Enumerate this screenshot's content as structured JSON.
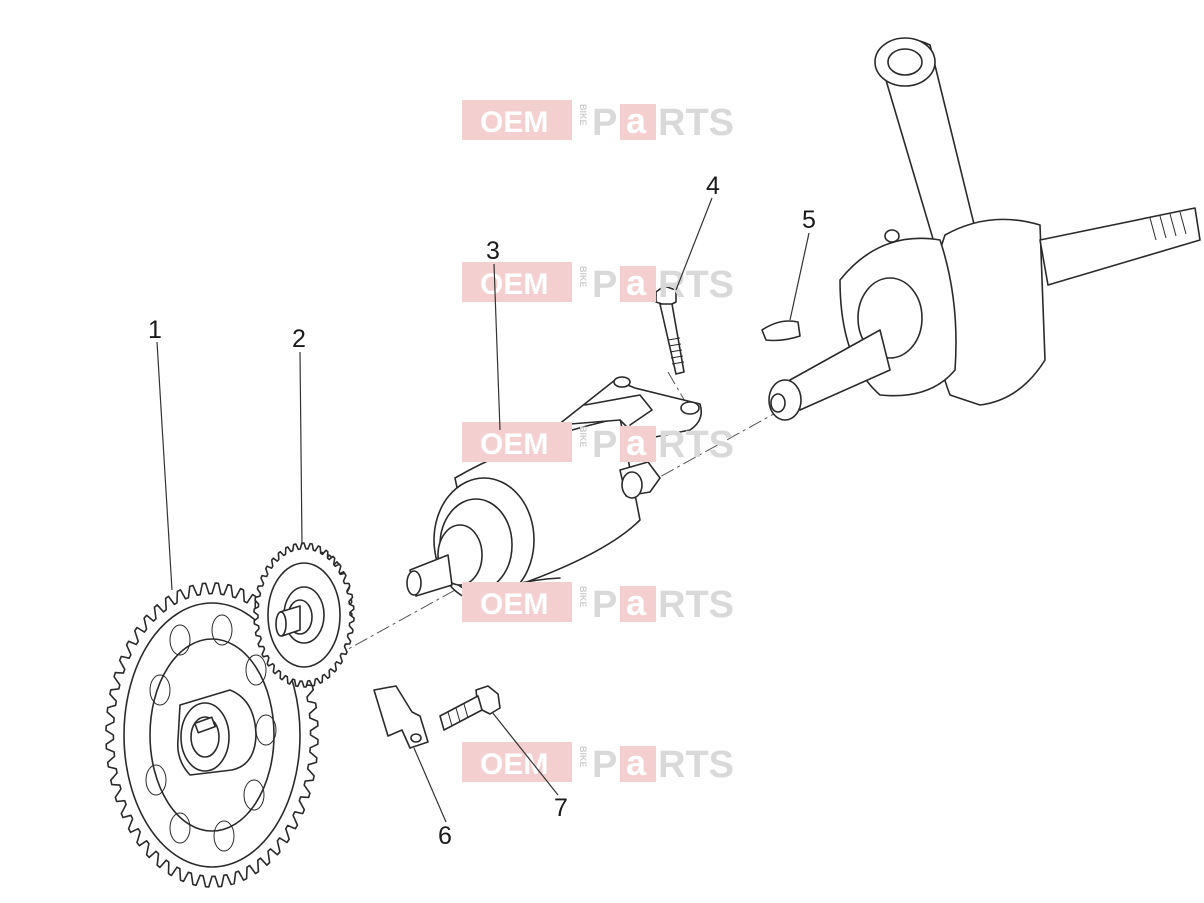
{
  "watermark": {
    "word_oem": "OEM",
    "word_bike": "BIKE",
    "word_p": "P",
    "word_a": "a",
    "word_rts": "RTS",
    "colors": {
      "box": "#f4cfcf",
      "text": "#d9d9d9",
      "a_box": "#f0b8b8"
    }
  },
  "callouts": [
    {
      "id": "1",
      "label": "1"
    },
    {
      "id": "2",
      "label": "2"
    },
    {
      "id": "3",
      "label": "3"
    },
    {
      "id": "4",
      "label": "4"
    },
    {
      "id": "5",
      "label": "5"
    },
    {
      "id": "6",
      "label": "6"
    },
    {
      "id": "7",
      "label": "7"
    }
  ]
}
